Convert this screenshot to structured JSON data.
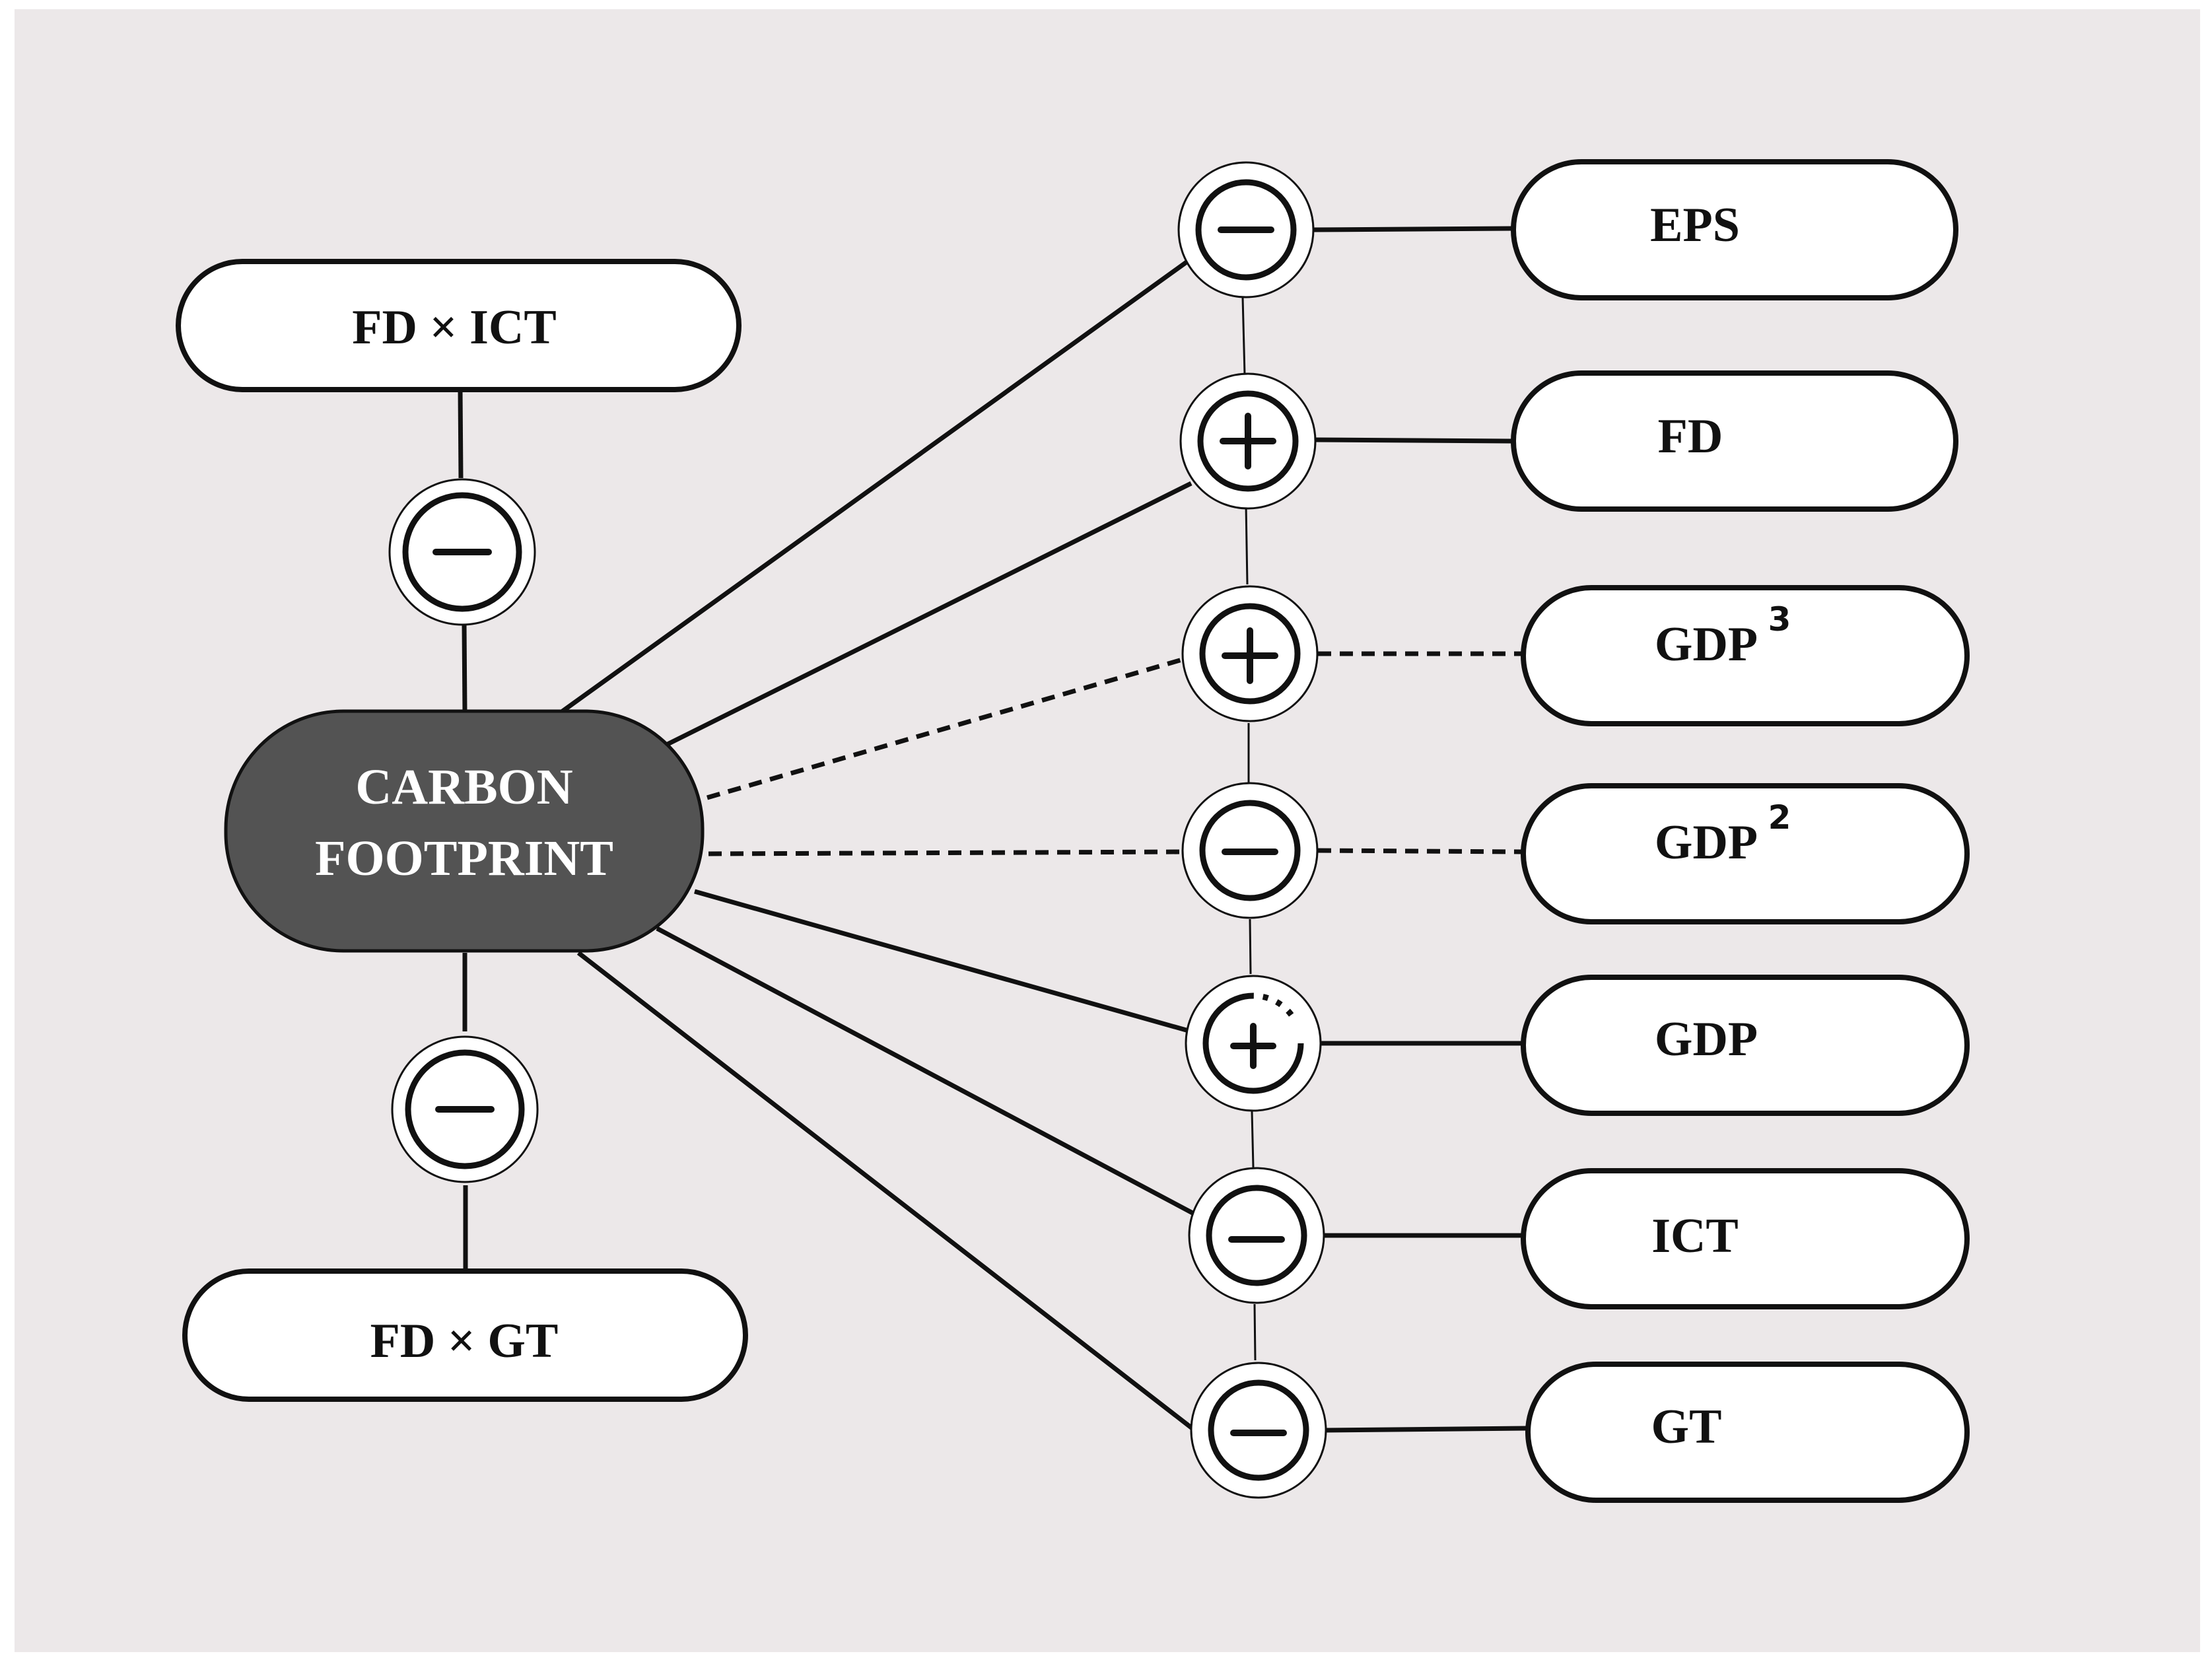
{
  "diagram": {
    "center": {
      "line1": "CARBON",
      "line2": "FOOTPRINT"
    },
    "left_top": {
      "label": "FD × ICT",
      "sign": "minus"
    },
    "left_bottom": {
      "label": "FD × GT",
      "sign": "minus"
    },
    "right_nodes": [
      {
        "id": "eps",
        "label": "EPS",
        "sup": "",
        "sign": "minus",
        "link": "solid"
      },
      {
        "id": "fd",
        "label": "FD",
        "sup": "",
        "sign": "plus",
        "link": "solid"
      },
      {
        "id": "gdp3",
        "label": "GDP",
        "sup": "3",
        "sign": "plus",
        "link": "dashed"
      },
      {
        "id": "gdp2",
        "label": "GDP",
        "sup": "2",
        "sign": "minus",
        "link": "dashed"
      },
      {
        "id": "gdp",
        "label": "GDP",
        "sup": "",
        "sign": "plus",
        "link": "solid"
      },
      {
        "id": "ict",
        "label": "ICT",
        "sup": "",
        "sign": "minus",
        "link": "solid"
      },
      {
        "id": "gt",
        "label": "GT",
        "sup": "",
        "sign": "minus",
        "link": "solid"
      }
    ],
    "colors": {
      "background": "#ece8e9",
      "center_fill": "#535353",
      "stroke": "#111111",
      "node_fill": "#ffffff"
    },
    "icons": {
      "minus": "minus-circle-icon",
      "plus": "plus-circle-icon"
    }
  }
}
